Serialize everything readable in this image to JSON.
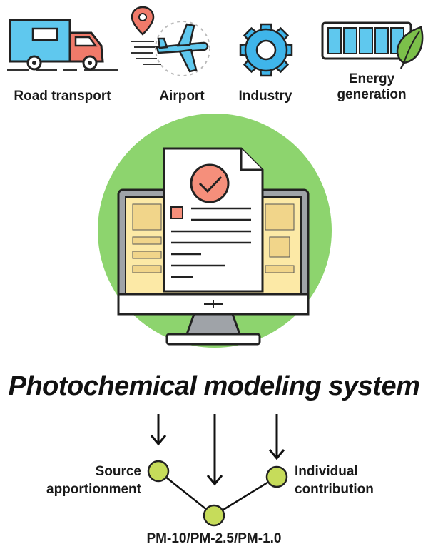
{
  "sources": [
    {
      "label": "Road transport"
    },
    {
      "label": "Airport"
    },
    {
      "label": "Industry"
    },
    {
      "label_line1": "Energy",
      "label_line2": "generation"
    }
  ],
  "system": {
    "title": "Photochemical modeling system"
  },
  "outputs": {
    "left_line1": "Source",
    "left_line2": "apportionment",
    "right_line1": "Individual",
    "right_line2": "contribution",
    "bottom": "PM-10/PM-2.5/PM-1.0"
  },
  "colors": {
    "green_circle": "#8dd46e",
    "node_green": "#c6dc5a",
    "truck_blue": "#5fc8ee",
    "truck_red": "#f07a6a",
    "gear_blue": "#3fb5ea",
    "battery_blue": "#5fc8ee",
    "leaf_green": "#7cc04a",
    "check_red": "#f58f7b",
    "panel_yellow": "#fce9a6",
    "monitor_gray": "#9fa3a8"
  }
}
